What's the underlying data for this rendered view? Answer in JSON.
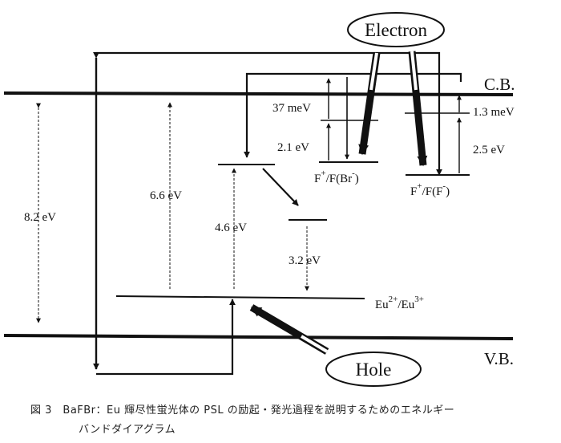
{
  "bands": {
    "conduction": "C.B.",
    "valence": "V.B."
  },
  "bubbles": {
    "electron": "Electron",
    "hole": "Hole"
  },
  "transitions": {
    "gap": "8.2 eV",
    "excitation": "6.6 eV",
    "eu_excitation": "4.6 eV",
    "eu_emission": "3.2 eV",
    "f_br_depth": "37 meV",
    "f_br_transition": "2.1 eV",
    "f_f_depth": "1.3 meV",
    "f_f_transition": "2.5 eV"
  },
  "levels": {
    "europium": {
      "base": "Eu",
      "sup1": "2+",
      "mid": "/Eu",
      "sup2": "3+"
    },
    "f_br": {
      "base": "F",
      "sup1": "+",
      "mid": "/F(Br",
      "sup2": "-",
      "end": ")"
    },
    "f_f": {
      "base": "F",
      "sup1": "+",
      "mid": "/F(F",
      "sup2": "-",
      "end": ")"
    }
  },
  "caption": {
    "line1": "図 3　BaFBr：Eu 輝尽性蛍光体の PSL の励起・発光過程を説明するためのエネルギー",
    "line2": "バンドダイアグラム"
  }
}
